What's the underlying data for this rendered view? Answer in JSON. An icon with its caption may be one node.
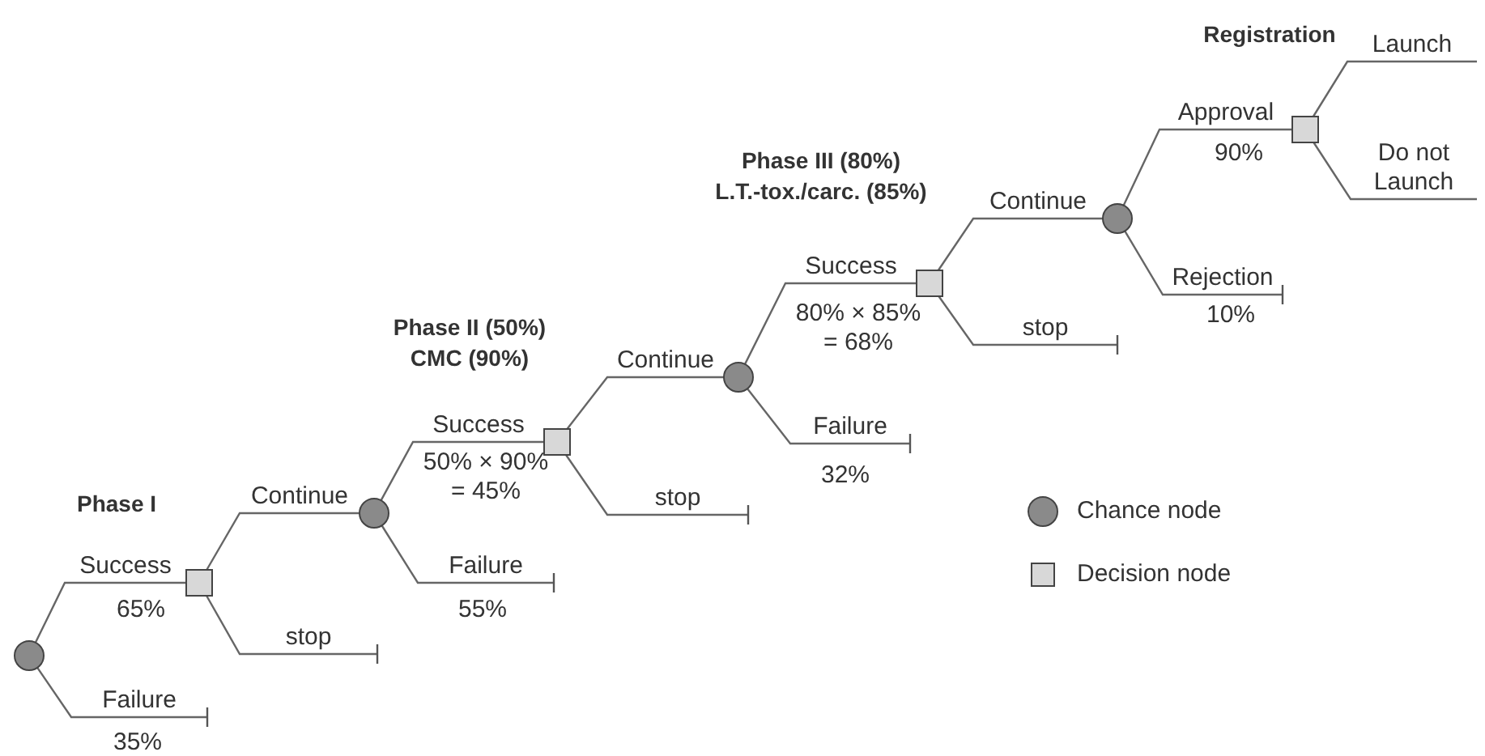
{
  "diagram": {
    "nodes": [
      {
        "text": [],
        "shape": "circle"
      },
      {
        "text": [],
        "shape": "box"
      },
      {
        "text": [],
        "shape": "circle"
      },
      {
        "text": [],
        "shape": "box"
      },
      {
        "text": [],
        "shape": "circle"
      },
      {
        "text": [],
        "shape": "box"
      },
      {
        "text": [],
        "shape": "circle"
      },
      {
        "text": [],
        "shape": "box"
      }
    ],
    "edges": [
      {
        "from": 0,
        "to": 1,
        "arrow": "none",
        "label": "Success"
      },
      {
        "from": 0,
        "to": null,
        "arrow": "other",
        "label": "Failure"
      },
      {
        "from": 1,
        "to": 2,
        "arrow": "none",
        "label": "Continue"
      },
      {
        "from": 1,
        "to": null,
        "arrow": "other",
        "label": "stop"
      },
      {
        "from": 2,
        "to": 3,
        "arrow": "none",
        "label": "Success"
      },
      {
        "from": 2,
        "to": null,
        "arrow": "other",
        "label": "Failure"
      },
      {
        "from": 3,
        "to": 4,
        "arrow": "none",
        "label": "Continue"
      },
      {
        "from": 3,
        "to": null,
        "arrow": "other",
        "label": "stop"
      },
      {
        "from": 4,
        "to": 5,
        "arrow": "none",
        "label": "Success"
      },
      {
        "from": 4,
        "to": null,
        "arrow": "other",
        "label": "Failure"
      },
      {
        "from": 5,
        "to": 6,
        "arrow": "none",
        "label": "Continue"
      },
      {
        "from": 5,
        "to": null,
        "arrow": "other",
        "label": "stop"
      },
      {
        "from": 6,
        "to": 7,
        "arrow": "none",
        "label": "Approval"
      },
      {
        "from": 6,
        "to": null,
        "arrow": "other",
        "label": "Rejection"
      },
      {
        "from": 7,
        "to": null,
        "arrow": "none",
        "label": "Launch"
      },
      {
        "from": 7,
        "to": null,
        "arrow": "none",
        "label": "Do not Launch"
      }
    ],
    "labels": [
      "Registration",
      "90%",
      "Phase III (80%) L.T.-tox./carc. (85%)",
      "10%",
      "80% × 85% = 68%",
      "Phase II (50%) CMC (90%)",
      "50% × 90% = 45%",
      "32%",
      "Phase I",
      "65%",
      "55%",
      "35%"
    ],
    "legend": [
      {
        "text": "Chance node"
      },
      {
        "text": "Decision node"
      }
    ]
  }
}
